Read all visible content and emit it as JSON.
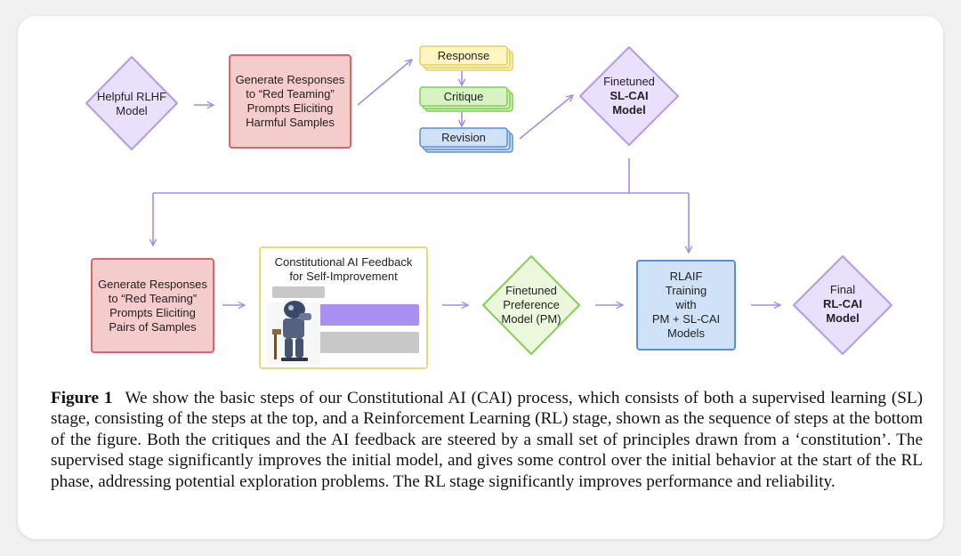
{
  "diagram": {
    "helpful_model": "Helpful RLHF\nModel",
    "generate_harmful": "Generate Responses\nto “Red Teaming”\nPrompts Eliciting\nHarmful Samples",
    "response": "Response",
    "critique": "Critique",
    "revision": "Revision",
    "finetuned_sl_top": "Finetuned",
    "finetuned_sl_bold": "SL-CAI\nModel",
    "generate_pairs": "Generate Responses\nto “Red Teaming”\nPrompts Eliciting\nPairs of Samples",
    "cai_feedback_title": "Constitutional AI Feedback\nfor Self-Improvement",
    "pm_model": "Finetuned\nPreference\nModel (PM)",
    "rlaif": "RLAIF\nTraining\nwith\nPM + SL-CAI\nModels",
    "final_top": "Final",
    "final_bold": "RL-CAI\nModel"
  },
  "colors": {
    "purple_fill": "#e9e0fb",
    "purple_stroke": "#b59ae6",
    "red_fill": "#f4cccc",
    "red_stroke": "#d9666b",
    "yellow_fill": "#fff5c2",
    "yellow_stroke": "#e6cf5c",
    "green_fill": "#d9f2c4",
    "green_stroke": "#7ccf4c",
    "blue_fill": "#cfe2f8",
    "blue_stroke": "#5a8fd8",
    "arrow": "#a58ce8"
  },
  "caption": {
    "label": "Figure 1",
    "text": "We show the basic steps of our Constitutional AI (CAI) process, which consists of both a supervised learning (SL) stage, consisting of the steps at the top, and a Reinforcement Learning (RL) stage, shown as the sequence of steps at the bottom of the figure. Both the critiques and the AI feedback are steered by a small set of principles drawn from a ‘constitution’. The supervised stage significantly improves the initial model, and gives some control over the initial behavior at the start of the RL phase, addressing potential exploration problems. The RL stage significantly improves performance and reliability."
  }
}
